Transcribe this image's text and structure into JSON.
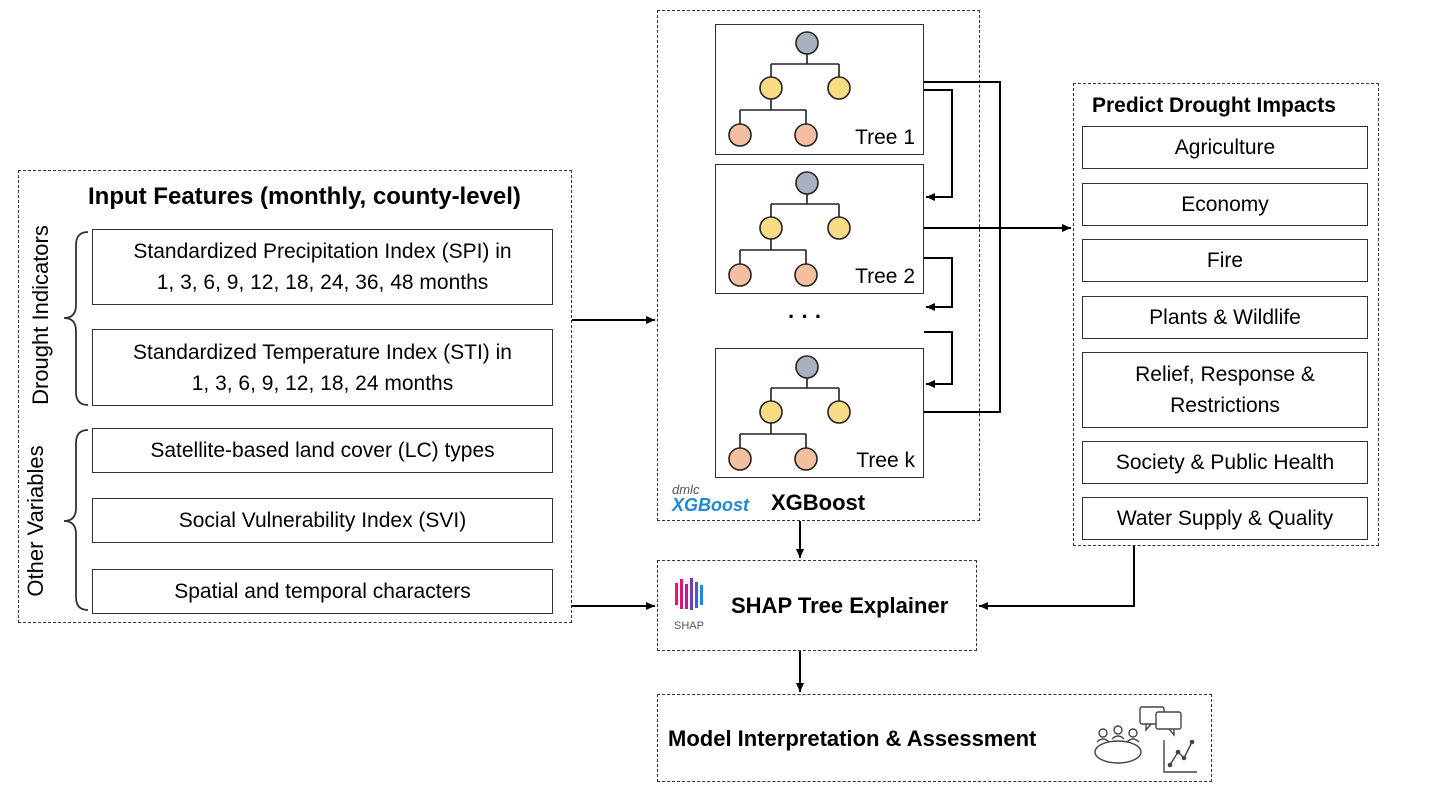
{
  "input_panel": {
    "title": "Input Features (monthly, county-level)",
    "groups": [
      {
        "label": "Drought Indicators",
        "items": [
          {
            "line1": "Standardized Precipitation Index (SPI) in",
            "line2": "1, 3, 6, 9, 12, 18, 24, 36, 48 months"
          },
          {
            "line1": "Standardized Temperature Index (STI) in",
            "line2": "1, 3, 6, 9, 12, 18, 24 months"
          }
        ]
      },
      {
        "label": "Other Variables",
        "items": [
          {
            "line1": "Satellite-based land cover (LC) types"
          },
          {
            "line1": "Social Vulnerability Index (SVI)"
          },
          {
            "line1": "Spatial and temporal characters"
          }
        ]
      }
    ]
  },
  "xgboost": {
    "trees": [
      {
        "label": "Tree 1"
      },
      {
        "label": "Tree 2"
      },
      {
        "label": "Tree k"
      }
    ],
    "ellipsis": "· · ·",
    "logo_small": "dmlc",
    "logo_main": "XGBoost",
    "title": "XGBoost"
  },
  "impacts": {
    "title": "Predict Drought Impacts",
    "items": [
      {
        "line1": "Agriculture"
      },
      {
        "line1": "Economy"
      },
      {
        "line1": "Fire"
      },
      {
        "line1": "Plants & Wildlife"
      },
      {
        "line1": "Relief, Response &",
        "line2": "Restrictions"
      },
      {
        "line1": "Society & Public Health"
      },
      {
        "line1": "Water Supply & Quality"
      }
    ]
  },
  "shap": {
    "logo_label": "SHAP",
    "title": "SHAP Tree Explainer"
  },
  "interpretation": {
    "title": "Model Interpretation & Assessment"
  },
  "colors": {
    "root_node": "#a9b0bf",
    "mid_node": "#f7dc85",
    "leaf_node": "#f4bfa0",
    "xgboost_blue": "#1e8ad6"
  }
}
